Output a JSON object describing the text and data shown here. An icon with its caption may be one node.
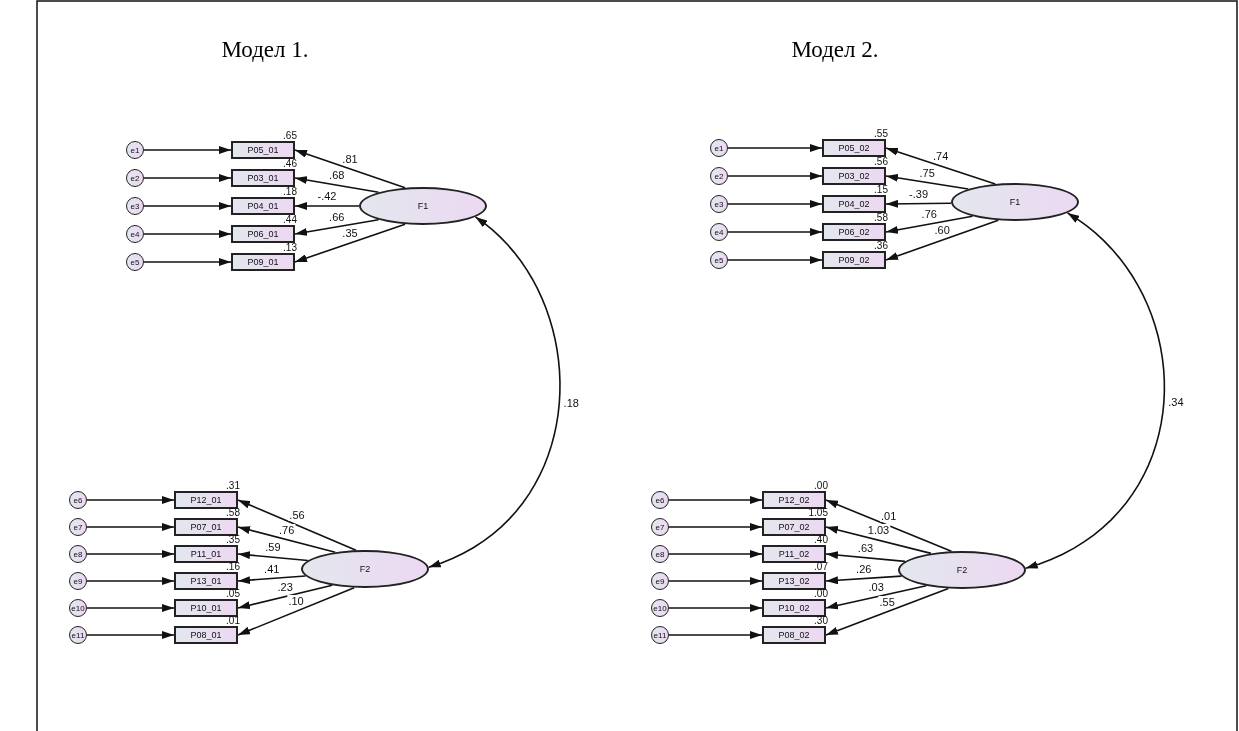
{
  "diagram": {
    "nodes": [
      {
        "text": [
          "e1"
        ]
      },
      {
        "text": [
          "e2"
        ]
      },
      {
        "text": [
          "e3"
        ]
      },
      {
        "text": [
          "e4"
        ]
      },
      {
        "text": [
          "e5"
        ]
      },
      {
        "text": [
          "e6"
        ]
      },
      {
        "text": [
          "e7"
        ]
      },
      {
        "text": [
          "e8"
        ]
      },
      {
        "text": [
          "e9"
        ]
      },
      {
        "text": [
          "e10"
        ]
      },
      {
        "text": [
          "e11"
        ]
      },
      {
        "text": [
          "P05_01"
        ],
        "beside": [
          ".65"
        ]
      },
      {
        "text": [
          "P03_01"
        ],
        "beside": [
          ".46"
        ]
      },
      {
        "text": [
          "P04_01"
        ],
        "beside": [
          ".18"
        ]
      },
      {
        "text": [
          "P06_01"
        ],
        "beside": [
          ".44"
        ]
      },
      {
        "text": [
          "P09_01"
        ],
        "beside": [
          ".13"
        ]
      },
      {
        "text": [
          "P12_01"
        ],
        "beside": [
          ".31"
        ]
      },
      {
        "text": [
          "P07_01"
        ],
        "beside": [
          ".58"
        ]
      },
      {
        "text": [
          "P11_01"
        ],
        "beside": [
          ".35"
        ]
      },
      {
        "text": [
          "P13_01"
        ],
        "beside": [
          ".16"
        ]
      },
      {
        "text": [
          "P10_01"
        ],
        "beside": [
          ".05"
        ]
      },
      {
        "text": [
          "P08_01"
        ],
        "beside": [
          ".01"
        ]
      },
      {
        "text": [
          "F1"
        ]
      },
      {
        "text": [
          "F2"
        ]
      },
      {
        "text": [
          "e1"
        ]
      },
      {
        "text": [
          "e2"
        ]
      },
      {
        "text": [
          "e3"
        ]
      },
      {
        "text": [
          "e4"
        ]
      },
      {
        "text": [
          "e5"
        ]
      },
      {
        "text": [
          "e6"
        ]
      },
      {
        "text": [
          "e7"
        ]
      },
      {
        "text": [
          "e8"
        ]
      },
      {
        "text": [
          "e9"
        ]
      },
      {
        "text": [
          "e10"
        ]
      },
      {
        "text": [
          "e11"
        ]
      },
      {
        "text": [
          "P05_02"
        ],
        "beside": [
          ".55"
        ]
      },
      {
        "text": [
          "P03_02"
        ],
        "beside": [
          ".56"
        ]
      },
      {
        "text": [
          "P04_02"
        ],
        "beside": [
          ".15"
        ]
      },
      {
        "text": [
          "P06_02"
        ],
        "beside": [
          ".58"
        ]
      },
      {
        "text": [
          "P09_02"
        ],
        "beside": [
          ".36"
        ]
      },
      {
        "text": [
          "P12_02"
        ],
        "beside": [
          ".00"
        ]
      },
      {
        "text": [
          "P07_02"
        ],
        "beside": [
          "1.05"
        ]
      },
      {
        "text": [
          "P11_02"
        ],
        "beside": [
          ".40"
        ]
      },
      {
        "text": [
          "P13_02"
        ],
        "beside": [
          ".07"
        ]
      },
      {
        "text": [
          "P10_02"
        ],
        "beside": [
          ".00"
        ]
      },
      {
        "text": [
          "P08_02"
        ],
        "beside": [
          ".30"
        ]
      },
      {
        "text": [
          "F1"
        ]
      },
      {
        "text": [
          "F2"
        ]
      }
    ],
    "edges": [
      {
        "from": 0,
        "to": 11,
        "arrow": "to"
      },
      {
        "from": 1,
        "to": 12,
        "arrow": "to"
      },
      {
        "from": 2,
        "to": 13,
        "arrow": "to"
      },
      {
        "from": 3,
        "to": 14,
        "arrow": "to"
      },
      {
        "from": 4,
        "to": 15,
        "arrow": "to"
      },
      {
        "from": 5,
        "to": 16,
        "arrow": "to"
      },
      {
        "from": 6,
        "to": 17,
        "arrow": "to"
      },
      {
        "from": 7,
        "to": 18,
        "arrow": "to"
      },
      {
        "from": 8,
        "to": 19,
        "arrow": "to"
      },
      {
        "from": 9,
        "to": 20,
        "arrow": "to"
      },
      {
        "from": 10,
        "to": 21,
        "arrow": "to"
      },
      {
        "from": 22,
        "to": 11,
        "arrow": "to",
        "label": ".81"
      },
      {
        "from": 22,
        "to": 12,
        "arrow": "to",
        "label": ".68"
      },
      {
        "from": 22,
        "to": 13,
        "arrow": "to",
        "label": "-.42"
      },
      {
        "from": 22,
        "to": 14,
        "arrow": "to",
        "label": ".66"
      },
      {
        "from": 22,
        "to": 15,
        "arrow": "to",
        "label": ".35"
      },
      {
        "from": 23,
        "to": 16,
        "arrow": "to",
        "label": ".56"
      },
      {
        "from": 23,
        "to": 17,
        "arrow": "to",
        "label": ".76"
      },
      {
        "from": 23,
        "to": 18,
        "arrow": "to",
        "label": ".59"
      },
      {
        "from": 23,
        "to": 19,
        "arrow": "to",
        "label": ".41"
      },
      {
        "from": 23,
        "to": 20,
        "arrow": "to",
        "label": ".23"
      },
      {
        "from": 23,
        "to": 21,
        "arrow": "to",
        "label": ".10"
      },
      {
        "from": 22,
        "to": 23,
        "arrow": "both",
        "label": ".18"
      },
      {
        "from": 24,
        "to": 35,
        "arrow": "to"
      },
      {
        "from": 25,
        "to": 36,
        "arrow": "to"
      },
      {
        "from": 26,
        "to": 37,
        "arrow": "to"
      },
      {
        "from": 27,
        "to": 38,
        "arrow": "to"
      },
      {
        "from": 28,
        "to": 39,
        "arrow": "to"
      },
      {
        "from": 29,
        "to": 40,
        "arrow": "to"
      },
      {
        "from": 30,
        "to": 41,
        "arrow": "to"
      },
      {
        "from": 31,
        "to": 42,
        "arrow": "to"
      },
      {
        "from": 32,
        "to": 43,
        "arrow": "to"
      },
      {
        "from": 33,
        "to": 44,
        "arrow": "to"
      },
      {
        "from": 34,
        "to": 45,
        "arrow": "to"
      },
      {
        "from": 46,
        "to": 35,
        "arrow": "to",
        "label": ".74"
      },
      {
        "from": 46,
        "to": 36,
        "arrow": "to",
        "label": ".75"
      },
      {
        "from": 46,
        "to": 37,
        "arrow": "to",
        "label": "-.39"
      },
      {
        "from": 46,
        "to": 38,
        "arrow": "to",
        "label": ".76"
      },
      {
        "from": 46,
        "to": 39,
        "arrow": "to",
        "label": ".60"
      },
      {
        "from": 47,
        "to": 40,
        "arrow": "to",
        "label": ".01"
      },
      {
        "from": 47,
        "to": 41,
        "arrow": "to",
        "label": "1.03"
      },
      {
        "from": 47,
        "to": 42,
        "arrow": "to",
        "label": ".63"
      },
      {
        "from": 47,
        "to": 43,
        "arrow": "to",
        "label": ".26"
      },
      {
        "from": 47,
        "to": 44,
        "arrow": "to",
        "label": ".03"
      },
      {
        "from": 47,
        "to": 45,
        "arrow": "to",
        "label": ".55"
      },
      {
        "from": 46,
        "to": 47,
        "arrow": "both",
        "label": ".34"
      }
    ],
    "labels": [
      "Модел 1.",
      "Модел 2."
    ]
  }
}
